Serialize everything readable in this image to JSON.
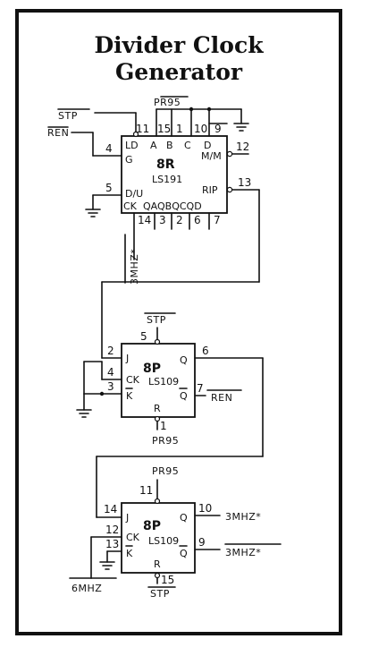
{
  "title": {
    "line1": "Divider Clock",
    "line2": "Generator"
  },
  "chip_8r": {
    "name": "8R",
    "part": "LS191",
    "top_pins": [
      "11",
      "15",
      "1",
      "10",
      "9"
    ],
    "top_labels": [
      "LD",
      "A",
      "B",
      "C",
      "D"
    ],
    "left_labels": [
      "G",
      "D/U",
      "CK"
    ],
    "right_labels": [
      "M/M",
      "RIP"
    ],
    "bottom_labels": "QAQBQCQD",
    "bottom_pins": [
      "14",
      "3",
      "2",
      "6",
      "7"
    ],
    "left_pins": [
      "4",
      "5"
    ],
    "right_pins": [
      "12",
      "13"
    ],
    "pullup": "PR95",
    "clock_in": "3MHZ*",
    "stp": "STP",
    "ren": "REN"
  },
  "chip_8p_top": {
    "name": "8P",
    "part": "LS109",
    "labels": [
      "J",
      "CK",
      "K",
      "Q",
      "Q",
      "R"
    ],
    "pins": [
      "2",
      "4",
      "3",
      "6",
      "7",
      "1",
      "5"
    ],
    "set_signal": "STP",
    "reset_signal": "PR95",
    "q_bar_out": "REN"
  },
  "chip_8p_bottom": {
    "name": "8P",
    "part": "LS109",
    "labels": [
      "J",
      "CK",
      "K",
      "Q",
      "Q",
      "R"
    ],
    "pins": [
      "14",
      "12",
      "13",
      "10",
      "9",
      "15",
      "11"
    ],
    "set_signal": "PR95",
    "reset_signal": "STP",
    "q_out": "3MHZ*",
    "q_bar_out": "3MHZ*",
    "clock_in": "6MHZ"
  }
}
